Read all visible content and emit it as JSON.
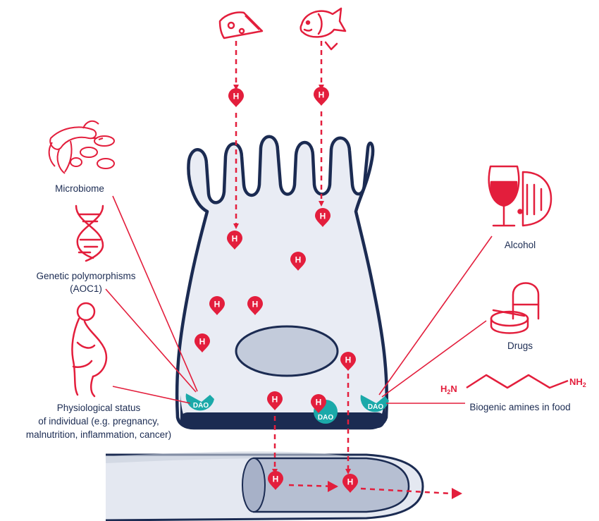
{
  "labels": {
    "microbiome": "Microbiome",
    "genetic_line1": "Genetic polymorphisms",
    "genetic_line2": "(AOC1)",
    "physio_line1": "Physiological status",
    "physio_line2": "of individual (e.g. pregnancy,",
    "physio_line3": "malnutrition, inflammation, cancer)",
    "alcohol": "Alcohol",
    "drugs": "Drugs",
    "biogenic": "Biogenic amines in food"
  },
  "chem": {
    "amine_left": "H",
    "amine_left_sub": "2",
    "amine_left_suffix": "N",
    "amine_right": "NH",
    "amine_right_sub": "2"
  },
  "histamine_symbol": "H",
  "enzyme_label": "DAO",
  "icons": [
    "cheese-icon",
    "fish-icon",
    "bacteria-icon",
    "dna-icon",
    "pregnant-woman-icon",
    "wine-glass-icon",
    "pills-icon"
  ],
  "colors": {
    "histamine_red": "#e31e3c",
    "cell_outline": "#1b2b52",
    "cell_fill": "#e9ecf4",
    "nucleus_fill": "#c3cbdb",
    "dao_teal": "#1ba9a9",
    "label_navy": "#1b2b52"
  }
}
